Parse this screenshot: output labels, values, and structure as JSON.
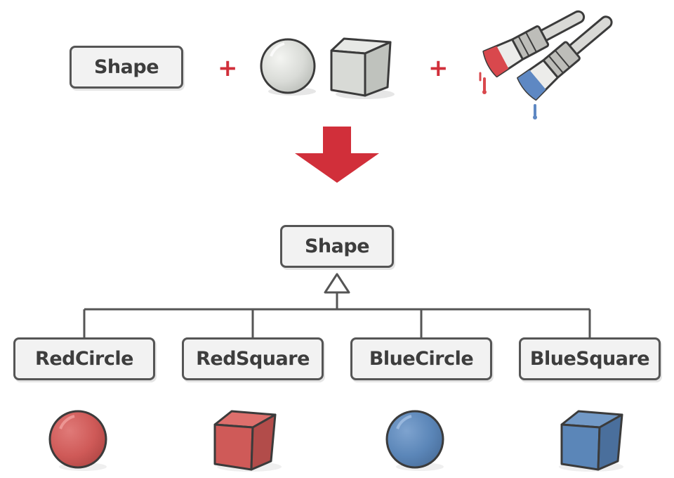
{
  "top": {
    "source_box_label": "Shape",
    "plus_1": "+",
    "plus_2": "+"
  },
  "hierarchy": {
    "parent_label": "Shape",
    "children": [
      {
        "label": "RedCircle"
      },
      {
        "label": "RedSquare"
      },
      {
        "label": "BlueCircle"
      },
      {
        "label": "BlueSquare"
      }
    ]
  },
  "icons": {
    "top_row": [
      "gray-sphere-icon",
      "gray-cube-icon",
      "paint-brushes-icon"
    ],
    "bottom_row": [
      "red-sphere-icon",
      "red-cube-icon",
      "blue-sphere-icon",
      "blue-cube-icon"
    ],
    "down_arrow": "down-arrow-icon",
    "inheritance_arrow": "inheritance-triangle-icon"
  },
  "colors": {
    "accent_red": "#d12f3a",
    "shape_red": "#cf5a58",
    "shape_blue": "#5b86b8",
    "shape_gray": "#d4d6d2",
    "outline": "#3b3b3b"
  }
}
